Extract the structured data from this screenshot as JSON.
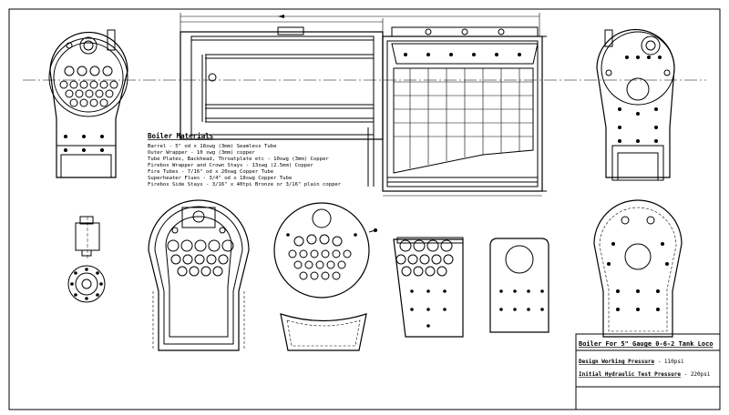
{
  "materials": {
    "title": "Boiler Materials",
    "lines": [
      "Barrel - 5\" od x 18swg (3mm) Seamless Tube",
      "Outer Wrapper - 10 swg (3mm) copper",
      "Tube Plates, Backhead, Throatplate etc - 10swg (3mm) Copper",
      "Firebox Wrapper and Crown Stays - 13swg (2.5mm) Copper",
      "Fire Tubes - 7/16\" od x 20swg Copper Tube",
      "Superheater Flues - 3/4\" od x 18swg Copper Tube",
      "Firebox Side Stays - 3/16\" x 40tpi Bronze or 3/16\" plain copper"
    ]
  },
  "title_block": {
    "title": "Boiler For 5\" Gauge 0-6-2 Tank Loco",
    "working_pressure_label": "Design Working Pressure",
    "working_pressure_value": " - 110psi",
    "test_pressure_label": "Initial Hydraulic Test Pressure",
    "test_pressure_value": " - 220psi"
  }
}
